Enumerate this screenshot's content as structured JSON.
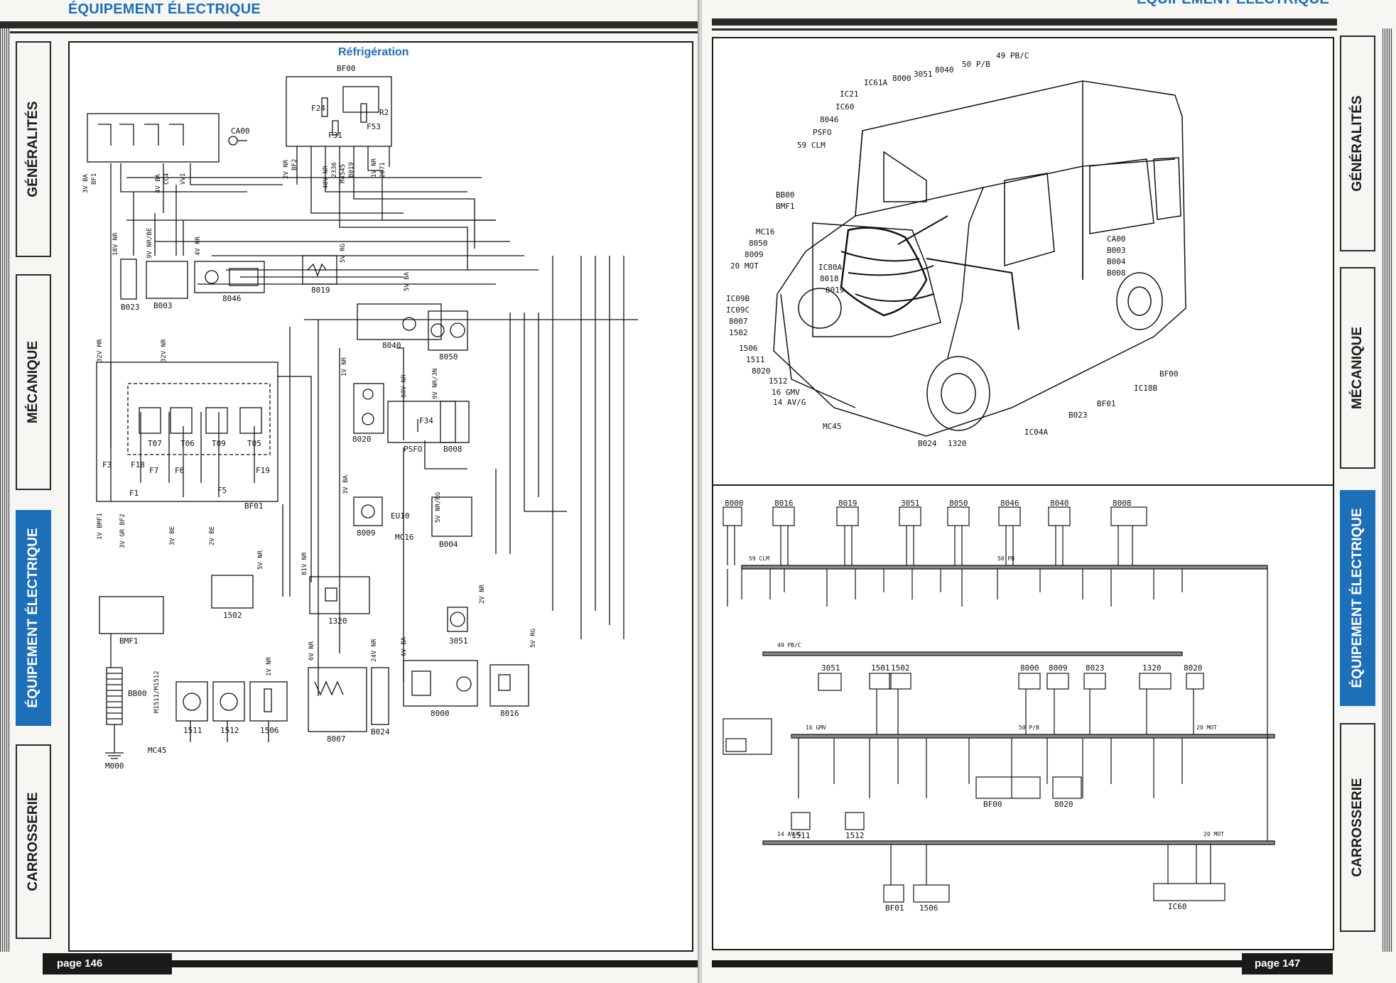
{
  "left_page": {
    "section_header": "ÉQUIPEMENT ÉLECTRIQUE",
    "diagram_title": "Réfrigération",
    "page_number": "page 146",
    "tabs": [
      {
        "label": "GÉNÉRALITÉS",
        "active": false
      },
      {
        "label": "MÉCANIQUE",
        "active": false
      },
      {
        "label": "ÉQUIPEMENT ÉLECTRIQUE",
        "active": true
      },
      {
        "label": "CARROSSERIE",
        "active": false
      }
    ],
    "components": {
      "bf00": "BF00",
      "ca00": "CA00",
      "r2": "R2",
      "f24": "F24",
      "f31": "F31",
      "f53": "F53",
      "b023": "B023",
      "b003": "B003",
      "b046": "8046",
      "b019": "8019",
      "b040": "8040",
      "b050": "8050",
      "b020": "8020",
      "psf0": "PSFO",
      "f34": "F34",
      "b008": "B008",
      "bf01": "BF01",
      "t07": "T07",
      "t06": "T06",
      "t09": "T09",
      "t05": "T05",
      "f3": "F3",
      "f18": "F18",
      "f7": "F7",
      "f6": "F6",
      "f5": "F5",
      "f1": "F1",
      "f19": "F19",
      "b009": "8009",
      "mc16": "MC16",
      "eu10": "EU10",
      "b004": "B004",
      "b1502": "1502",
      "bmf1": "BMF1",
      "bb00": "BB00",
      "m000": "M000",
      "mc45": "MC45",
      "b1511": "1511",
      "b1512": "1512",
      "b1506": "1506",
      "b1320": "1320",
      "b3051": "3051",
      "b8007": "8007",
      "b024": "B024",
      "b8000": "8000",
      "b8016": "8016"
    },
    "wire_labels": {
      "w1": "3V BA",
      "w2": "BF1",
      "w3": "4V BA",
      "w4": "CC4",
      "w5": "VV1",
      "w6": "2V NR",
      "w7": "BF2",
      "w8": "48V NR",
      "w9": "2336",
      "w10": "M4545",
      "w11": "B019",
      "w12": "1V NR",
      "w13": "2671",
      "w14": "18V NR",
      "w15": "9V NR/BE",
      "w16": "4V NR",
      "w17": "5V RG",
      "w18": "5V BA",
      "w19": "32V MR",
      "w20": "32V NR",
      "w21": "1V NR",
      "w22": "60V NR",
      "w23": "9V NR/JN",
      "w24": "3V BA",
      "w25": "5V NR/RG",
      "w26": "81V NR",
      "w27": "1V BMF1",
      "w28": "3V GR BF2",
      "w29": "3V BE",
      "w30": "2V BE",
      "w31": "5V NR",
      "w32": "2V NR",
      "w33": "1V NR",
      "w34": "6V NR",
      "w35": "24V NR",
      "w36": "6V BA",
      "w37": "5V RG",
      "w38": "M1511/M1512"
    }
  },
  "right_page": {
    "section_header": "ÉQUIPEMENT ÉLECTRIQUE",
    "page_number": "page 147",
    "tabs": [
      {
        "label": "GÉNÉRALITÉS",
        "active": false
      },
      {
        "label": "MÉCANIQUE",
        "active": false
      },
      {
        "label": "ÉQUIPEMENT ÉLECTRIQUE",
        "active": true
      },
      {
        "label": "CARROSSERIE",
        "active": false
      }
    ],
    "van_callouts_left": [
      "IC61A",
      "8000",
      "3051",
      "8040",
      "50 P/B",
      "49 PB/C",
      "IC21",
      "IC60",
      "8046",
      "PSFO",
      "59 CLM",
      "BB00",
      "BMF1",
      "MC16",
      "8050",
      "8009",
      "20 MOT",
      "IC80A",
      "8018",
      "8019",
      "IC09B",
      "IC09C",
      "8007",
      "1502",
      "1506",
      "1511",
      "8020",
      "1512",
      "16 GMV",
      "14 AV/G",
      "MC45"
    ],
    "van_callouts_right": [
      "CA00",
      "B003",
      "B004",
      "B008",
      "BF00",
      "IC18B",
      "BF01",
      "B023",
      "IC04A",
      "B024",
      "1320"
    ],
    "harness_top_boxes": [
      "8000",
      "8016",
      "8019",
      "3051",
      "8050",
      "8046",
      "8040",
      "8008"
    ],
    "harness_mid_boxes": [
      "3051",
      "1501",
      "1502",
      "8000",
      "8009",
      "8023",
      "1320",
      "8020"
    ],
    "harness_bot_boxes": [
      "1511",
      "1512",
      "BF00",
      "8020",
      "BF01",
      "1506",
      "IC60"
    ],
    "bus_labels": [
      "59 CLM",
      "50 PB",
      "49 PB/C",
      "16 GMV",
      "50 P/B",
      "20 MOT",
      "14 AV/G",
      "20 MOT"
    ]
  }
}
